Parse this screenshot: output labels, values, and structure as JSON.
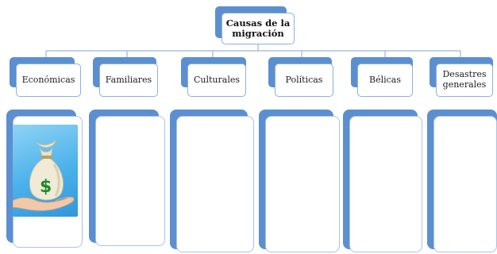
{
  "diagram": {
    "root": {
      "label": "Causas de la migración"
    },
    "categories": [
      {
        "label": "Económicas"
      },
      {
        "label": "Familiares"
      },
      {
        "label": "Culturales"
      },
      {
        "label": "Políticas"
      },
      {
        "label": "Bélicas"
      },
      {
        "label": "Desastres generales"
      }
    ],
    "money_bag_symbol": "$"
  },
  "colors": {
    "accent": "#5b8fd0",
    "border": "#8fb0dc",
    "connector": "#9bb6d6"
  },
  "icons": [
    "money-bag-icon",
    "open-hand-icon"
  ]
}
